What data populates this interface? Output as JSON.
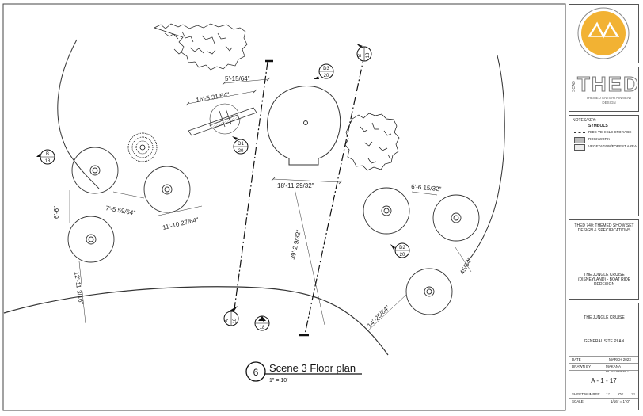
{
  "drawing": {
    "title": "Scene 3 Floor plan",
    "scale": "1\" = 10'",
    "number": "6",
    "dims": {
      "d1": "5'-15/64\"",
      "d2": "16'-5 31/64\"",
      "d3": "18'-11 29/32\"",
      "d4": "39'-2 9/32\"",
      "d5": "7'-5 59/64\"",
      "d6": "6'-6\"",
      "d7": "11'-10 27/64\"",
      "d8": "12'-11 3/16\"",
      "d9": "6'-6 15/32\"",
      "d10": "45/64\"",
      "d11": "14'-25/64\""
    },
    "callouts": {
      "c1": {
        "top": "D3",
        "bottom": "20"
      },
      "c2": {
        "top": "D1",
        "bottom": "20"
      },
      "c3": {
        "top": "D2",
        "bottom": "20"
      },
      "c4": {
        "top": "B",
        "bottom": "18"
      },
      "c5": {
        "top": "A",
        "bottom": "18"
      },
      "c6": {
        "top": "A",
        "bottom": "18"
      },
      "c7": {
        "top": "B",
        "bottom": "18"
      }
    }
  },
  "titleblock": {
    "logo_text": "THED",
    "logo_subtext": "THEMED ENTERTAINMENT DESIGN",
    "logo_side": "SCAD",
    "notes_header": "NOTES/KEY:",
    "symbols_header": "SYMBOLS",
    "key": [
      "RIDE VEHICLE STORAGE",
      "ROCKWORK",
      "VEGETATION/FOREST AREA"
    ],
    "course": "THED 740: THEMED SHOW SET DESIGN & SPECIFICATIONS",
    "project": "THE JUNGLE CRUISE (DISNEYLAND) - BOAT RIDE REDESIGN",
    "sheet_project": "THE JUNGLE CRUISE",
    "sheet_title": "GENERAL SITE PLAN",
    "date_label": "DATE",
    "date_value": "MARCH 2023",
    "drawn_label": "DRAWN BY",
    "drawn_value": "MAKANA ROSENBERG",
    "sheet_no": "A - 1 - 17",
    "sheet_number_label": "SHEET NUMBER",
    "sheet_of_a": "17",
    "sheet_of_b": "OF",
    "sheet_of_c": "33",
    "scale_label": "SCALE",
    "scale_value": "1/16\" = 1'-0\""
  }
}
